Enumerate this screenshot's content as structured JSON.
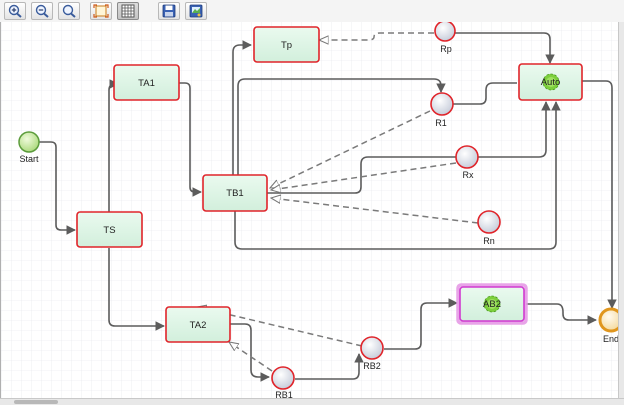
{
  "toolbar": {
    "buttons": [
      {
        "name": "zoom-in-button",
        "icon": "zoom-in-icon"
      },
      {
        "name": "zoom-out-button",
        "icon": "zoom-out-icon"
      },
      {
        "name": "zoom-actual-button",
        "icon": "magnifier-icon"
      },
      {
        "name": "fit-page-button",
        "icon": "fit-to-page-icon"
      },
      {
        "name": "toggle-grid-button",
        "icon": "grid-icon",
        "active": true
      },
      {
        "name": "save-button",
        "icon": "floppy-disk-icon"
      },
      {
        "name": "export-button",
        "icon": "export-image-icon"
      }
    ]
  },
  "diagram": {
    "tasks": {
      "ts": "TS",
      "ta1": "TA1",
      "ta2": "TA2",
      "tb1": "TB1",
      "tp": "Tp",
      "auto": "Auto",
      "ab2": "AB2"
    },
    "events": {
      "start": "Start",
      "end": "End"
    },
    "resources": {
      "rp": "Rp",
      "r1": "R1",
      "rx": "Rx",
      "rn": "Rn",
      "rb1": "RB1",
      "rb2": "RB2"
    },
    "colors": {
      "task_fill": "#dff5e6",
      "task_border": "#e0242a",
      "selected_glow": "#d03ad0",
      "start_fill": "#c8ec9c",
      "start_border": "#5c9c3c",
      "end_fill": "#fbe9b6",
      "end_border": "#e0961e",
      "resource_fill": "#e4e8f2",
      "resource_border": "#e0242a",
      "connector": "#5c5c5c",
      "grid": "#e2e4ea"
    }
  }
}
